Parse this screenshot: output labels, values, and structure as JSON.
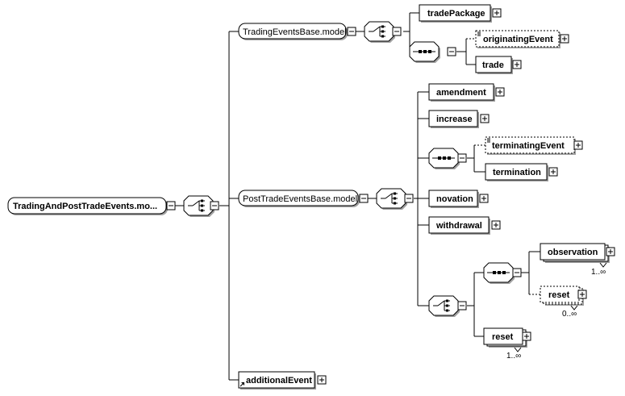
{
  "diagram": {
    "root_group": {
      "label": "TradingAndPostTradeEvents.mo..."
    },
    "groups": {
      "trading_base": "TradingEventsBase.model",
      "post_trade_base": "PostTradeEventsBase.model"
    },
    "elements": {
      "trade_package": "tradePackage",
      "originating_event": "originatingEvent",
      "trade": "trade",
      "amendment": "amendment",
      "increase": "increase",
      "terminating_event": "terminatingEvent",
      "termination": "termination",
      "novation": "novation",
      "withdrawal": "withdrawal",
      "observation": "observation",
      "reset_optional": "reset",
      "reset": "reset",
      "additional_event": "additionalEvent"
    },
    "cardinalities": {
      "observation": "1..∞",
      "reset_optional": "0..∞",
      "reset": "1..∞"
    }
  }
}
